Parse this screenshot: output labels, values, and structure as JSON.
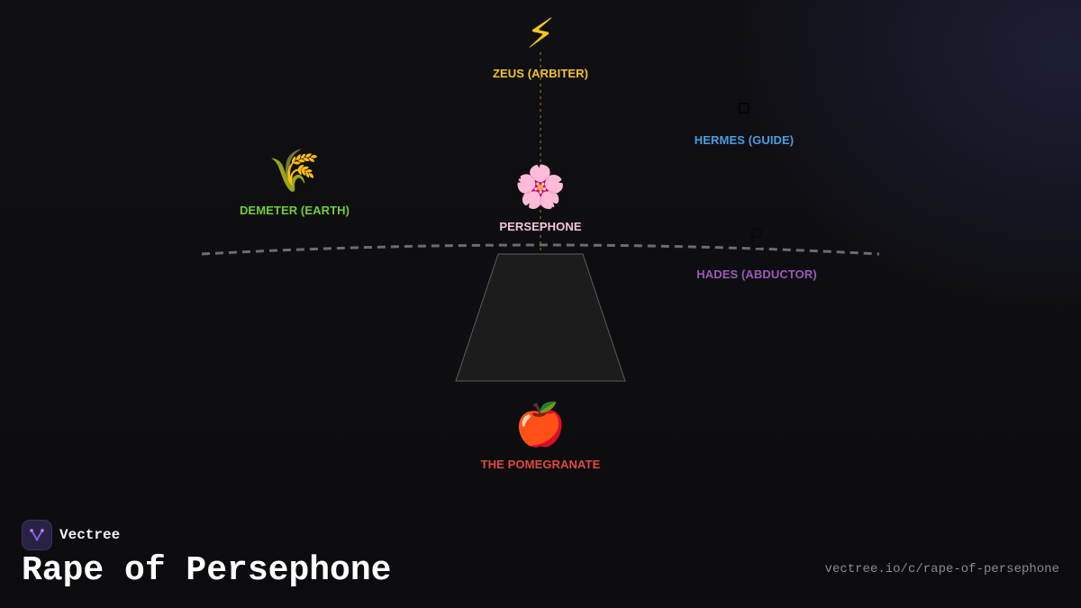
{
  "diagram": {
    "nodes": {
      "zeus": {
        "icon": "⚡",
        "icon_name": "lightning-icon",
        "label": "ZEUS (ARBITER)",
        "color": "#f2c230"
      },
      "hermes": {
        "icon_name": "square-icon",
        "label": "HERMES (GUIDE)",
        "color": "#4a9ede"
      },
      "demeter": {
        "icon": "🌾",
        "icon_name": "wheat-icon",
        "label": "DEMETER (EARTH)",
        "color": "#6fce3a"
      },
      "persephone": {
        "icon": "🌸",
        "icon_name": "flower-icon",
        "label": "PERSEPHONE",
        "color": "#f3c5d3"
      },
      "hades": {
        "icon": "♇",
        "icon_name": "pluto-symbol-icon",
        "label": "HADES (ABDUCTOR)",
        "color": "#9b59b6"
      },
      "pomegranate": {
        "icon": "🍎",
        "icon_name": "apple-icon",
        "label": "THE POMEGRANATE",
        "color": "#e2483a"
      }
    }
  },
  "footer": {
    "brand_name": "Vectree",
    "logo_icon": "vectree-logo-icon",
    "title": "Rape of Persephone",
    "url": "vectree.io/c/rape-of-persephone"
  }
}
